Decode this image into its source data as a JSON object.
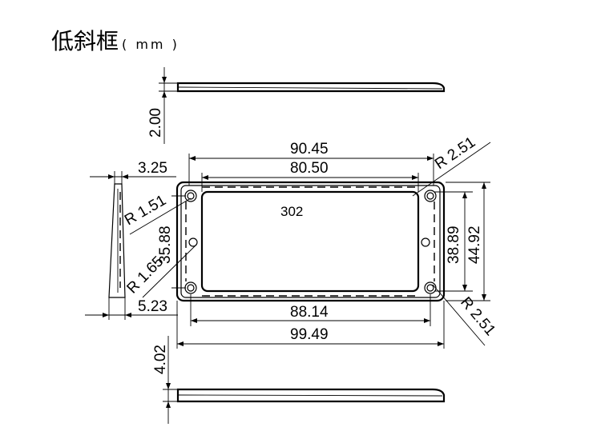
{
  "title": {
    "main": "低斜框",
    "unit": "( mm )"
  },
  "dimensions": {
    "thickness_top": "2.00",
    "width_inner_top": "90.45",
    "width_inner_rim": "80.50",
    "side_height_small": "3.25",
    "radius_outer_top": "R 2.51",
    "radius_mount_hole": "R 1.51",
    "part_number": "302",
    "hole_spacing_vertical": "35.88",
    "height_inner": "38.89",
    "height_outer": "44.92",
    "radius_side_hole": "R 1.65",
    "side_offset": "5.23",
    "width_hole_spacing": "88.14",
    "width_outer": "99.49",
    "radius_outer_bottom": "R 2.51",
    "thickness_bottom": "4.02"
  }
}
